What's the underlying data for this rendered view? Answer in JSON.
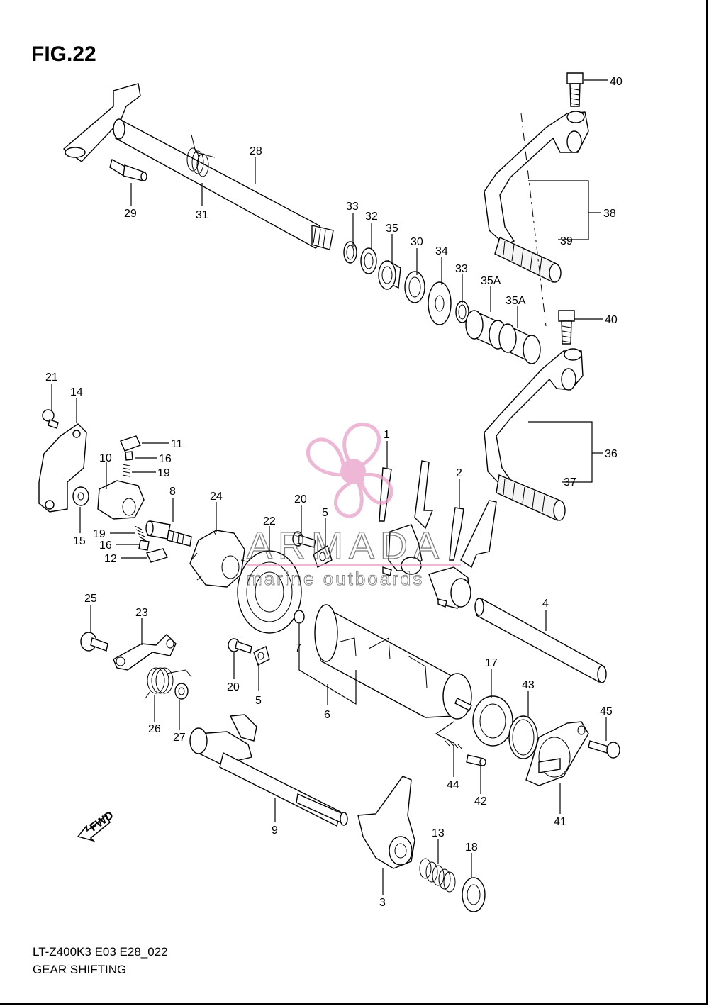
{
  "figure": {
    "title": "FIG.22",
    "model_code": "LT-Z400K3 E03 E28_022",
    "section_name": "GEAR SHIFTING"
  },
  "watermark": {
    "brand": "ARMADA",
    "tagline": "marine outboards",
    "color": "#e8a0c8"
  },
  "direction_marker": "FWD",
  "callouts": [
    "40",
    "28",
    "29",
    "31",
    "33",
    "32",
    "35",
    "30",
    "34",
    "33",
    "38",
    "39",
    "35A",
    "35A",
    "40",
    "36",
    "37",
    "21",
    "14",
    "11",
    "16",
    "19",
    "10",
    "15",
    "19",
    "16",
    "12",
    "8",
    "24",
    "22",
    "20",
    "5",
    "1",
    "2",
    "4",
    "25",
    "23",
    "20",
    "5",
    "7",
    "6",
    "26",
    "27",
    "17",
    "43",
    "45",
    "44",
    "42",
    "41",
    "9",
    "3",
    "13",
    "18"
  ]
}
